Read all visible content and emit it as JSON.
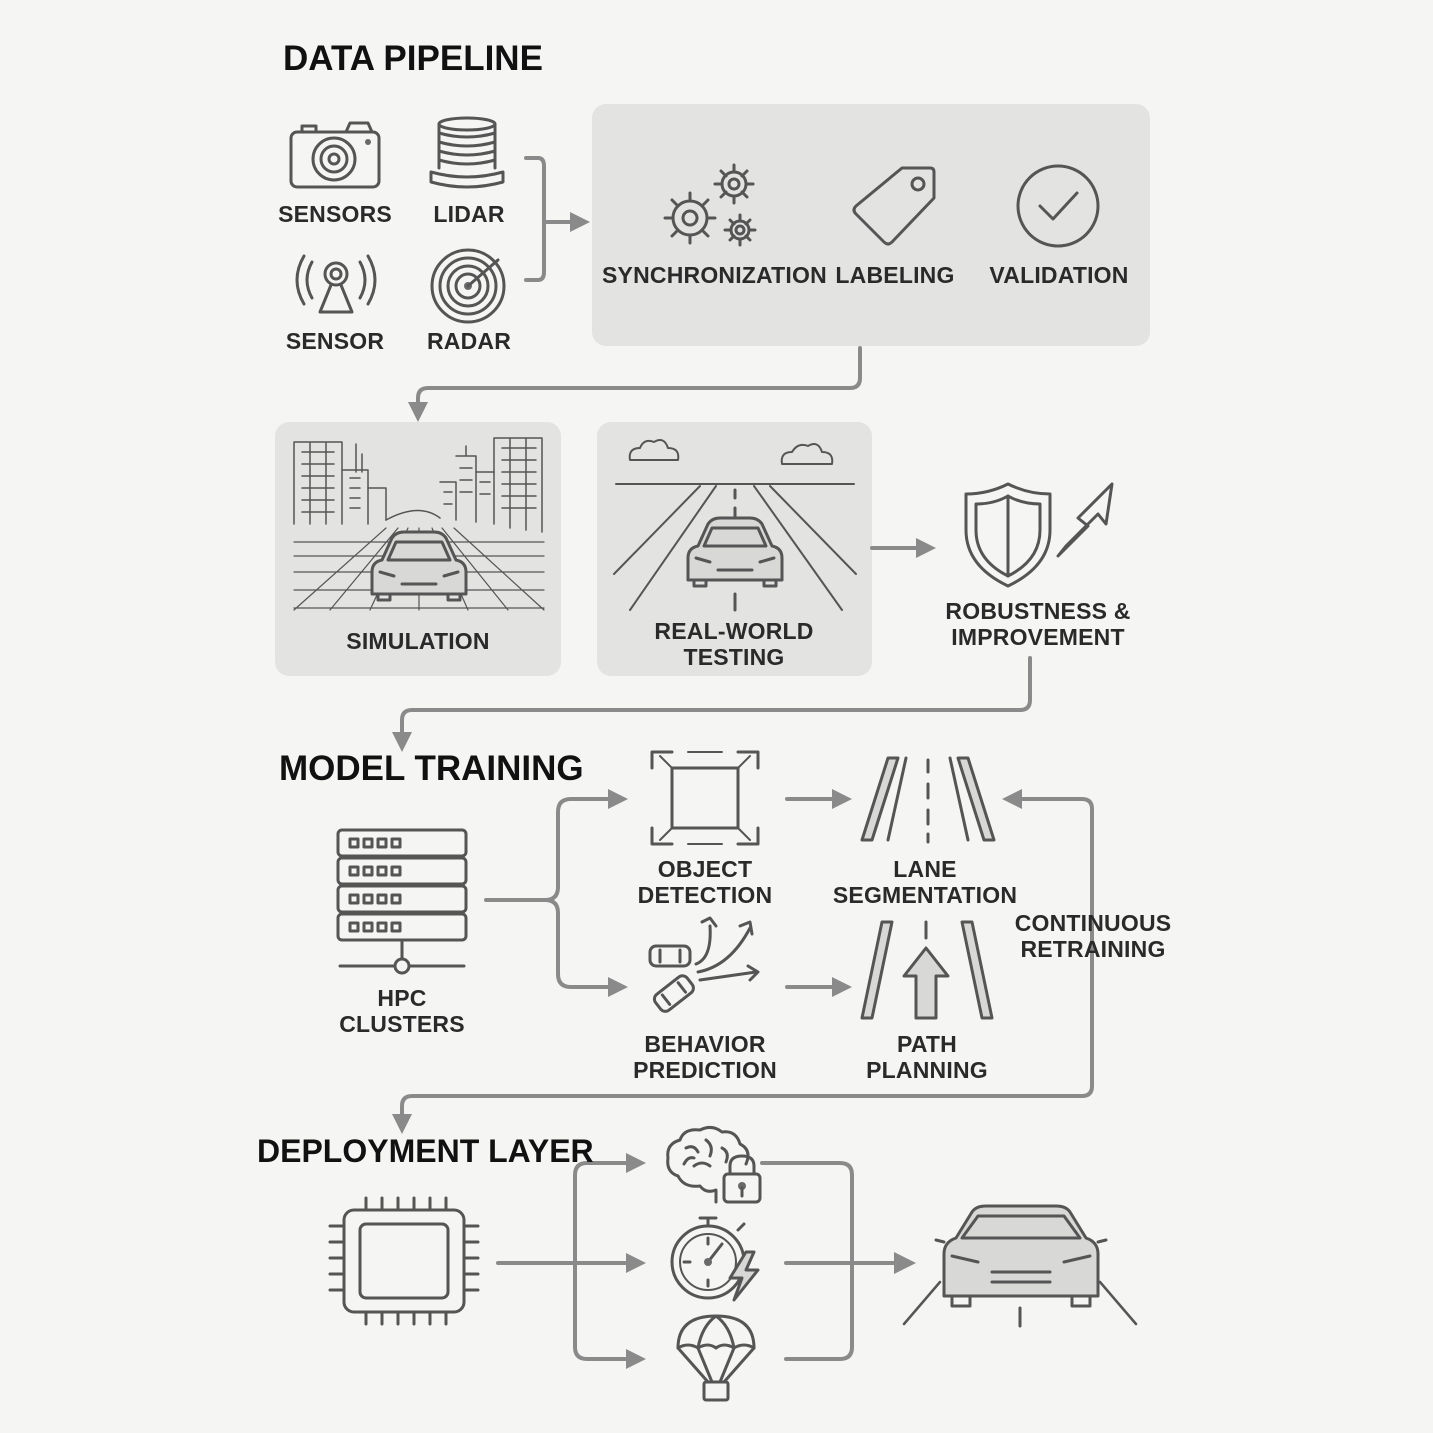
{
  "data_pipeline": {
    "title": "DATA PIPELINE",
    "sources": {
      "sensors": "SENSORS",
      "lidar": "LIDAR",
      "sensor": "SENSOR",
      "radar": "RADAR"
    },
    "processing": {
      "synchronization": "SYNCHRONIZATION",
      "labeling": "LABELING",
      "validation": "VALIDATION"
    }
  },
  "testing": {
    "simulation": "SIMULATION",
    "real_world": "REAL-WORLD\nTESTING",
    "robustness": "ROBUSTNESS &\nIMPROVEMENT"
  },
  "model_training": {
    "title": "MODEL TRAINING",
    "hpc": "HPC\nCLUSTERS",
    "object_detection": "OBJECT\nDETECTION",
    "lane_segmentation": "LANE\nSEGMENTATION",
    "behavior_prediction": "BEHAVIOR\nPREDICTION",
    "path_planning": "PATH\nPLANNING",
    "retraining": "CONTINUOUS\nRETRAINING"
  },
  "deployment": {
    "title": "DEPLOYMENT LAYER"
  },
  "colors": {
    "background": "#f5f5f4",
    "panel": "#e3e3e2",
    "arrow": "#8a8a8a",
    "icon": "#555555"
  }
}
